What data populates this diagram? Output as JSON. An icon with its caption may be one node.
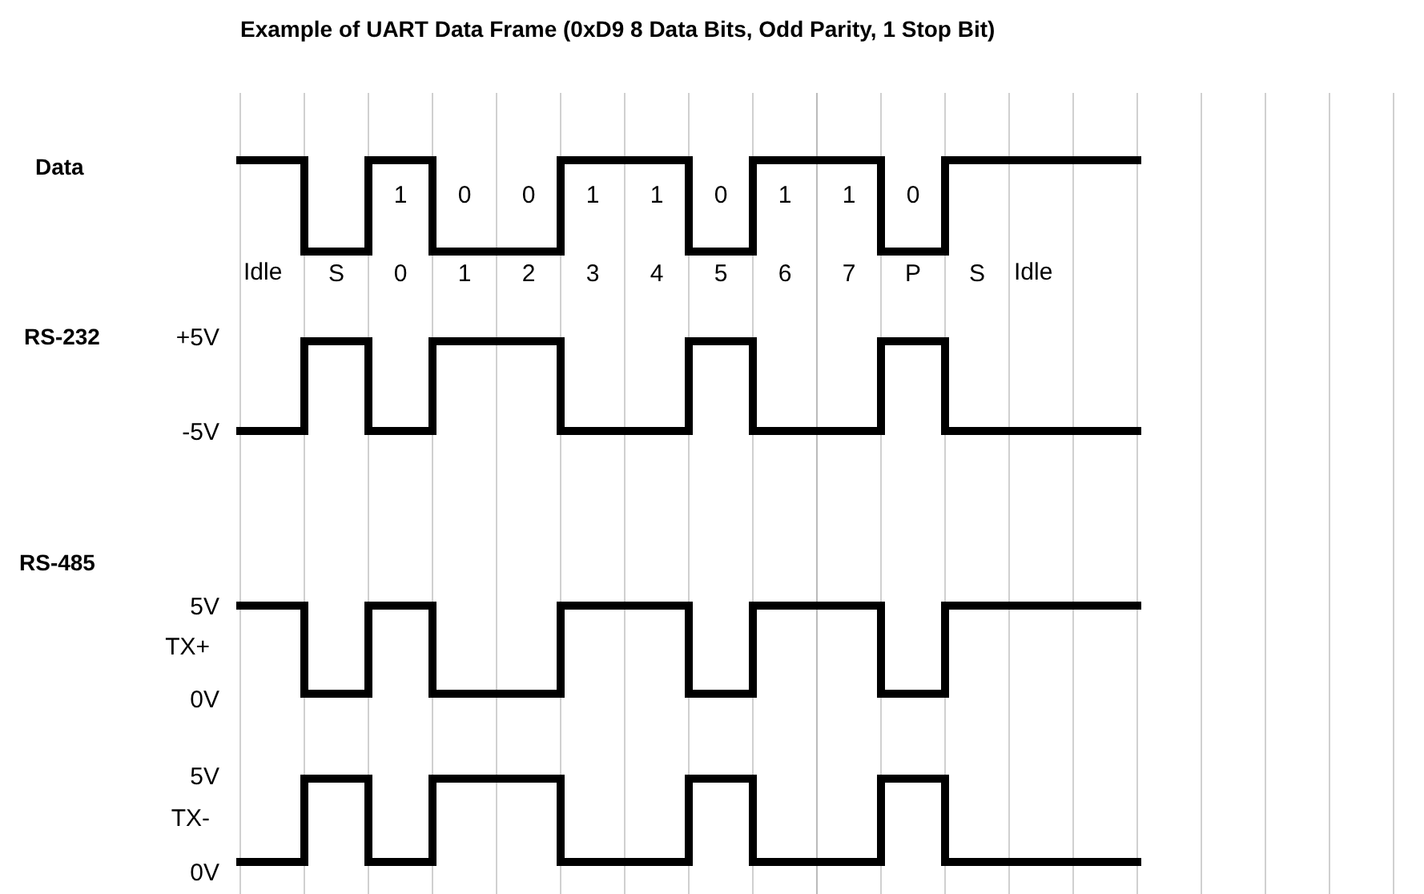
{
  "diagram": {
    "title": "Example of UART Data Frame    (0xD9    8 Data Bits, Odd Parity, 1 Stop Bit)",
    "labels": [
      "Data",
      "1",
      "0",
      "0",
      "1",
      "1",
      "0",
      "1",
      "1",
      "0",
      "Idle",
      "S",
      "0",
      "1",
      "2",
      "3",
      "4",
      "5",
      "6",
      "7",
      "P",
      "S",
      "Idle",
      "RS-232",
      "+5V",
      "-5V",
      "RS-485",
      "5V",
      "TX+",
      "0V",
      "5V",
      "TX-",
      "0V"
    ]
  }
}
